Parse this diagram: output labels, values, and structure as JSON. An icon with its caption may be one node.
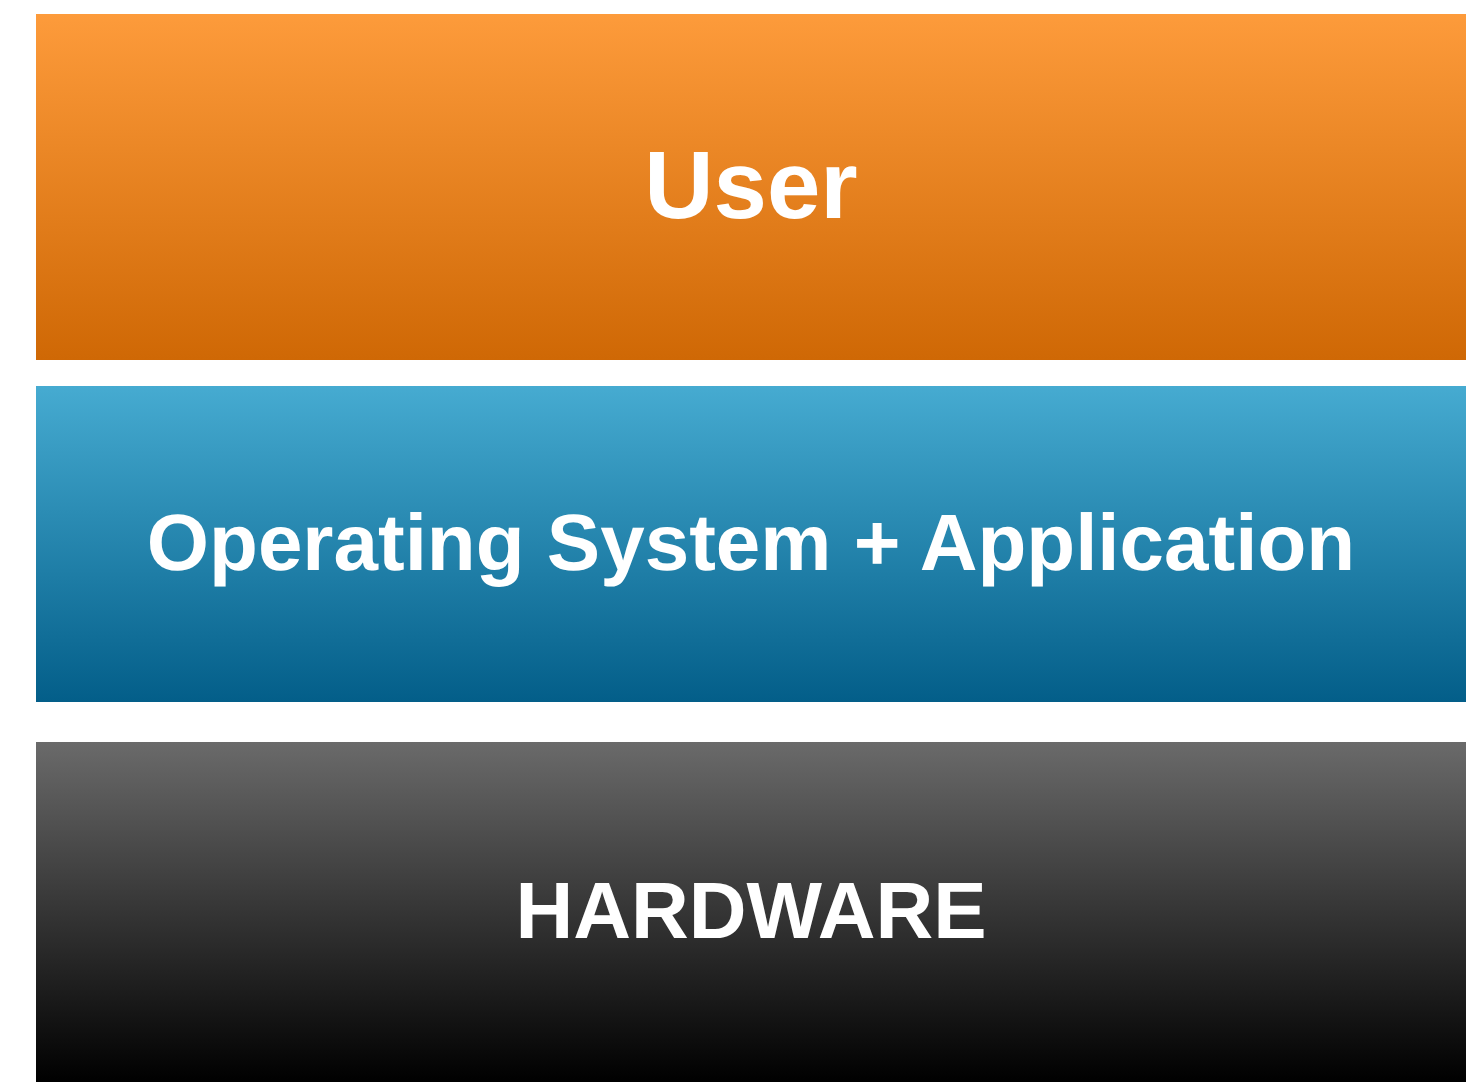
{
  "diagram": {
    "nodes": [
      {
        "text": [
          "User"
        ]
      },
      {
        "text": [
          "Operating System + Application"
        ]
      },
      {
        "text": [
          "HARDWARE"
        ]
      }
    ]
  }
}
